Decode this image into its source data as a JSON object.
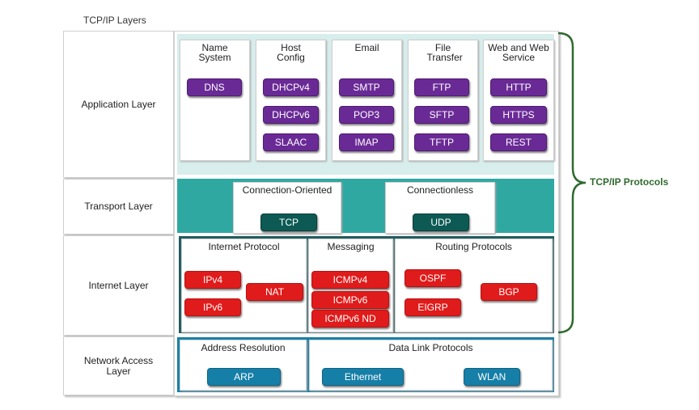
{
  "title": "TCP/IP Layers",
  "protocols_label": "TCP/IP Protocols",
  "colors": {
    "application": "#6a2a96",
    "transport": "#0d5a54",
    "transport_band": "#2fa8a2",
    "internet": "#e01b1b",
    "internet_band": "#1f5b5e",
    "network_access": "#167fa8",
    "brace": "#2f6a2f"
  },
  "layers": {
    "application": "Application Layer",
    "transport": "Transport Layer",
    "internet": "Internet Layer",
    "network_access": "Network Access Layer"
  },
  "application": {
    "name_system": {
      "title": "Name System",
      "items": [
        "DNS"
      ]
    },
    "host_config": {
      "title": "Host Config",
      "items": [
        "DHCPv4",
        "DHCPv6",
        "SLAAC"
      ]
    },
    "email": {
      "title": "Email",
      "items": [
        "SMTP",
        "POP3",
        "IMAP"
      ]
    },
    "file_transfer": {
      "title": "File Transfer",
      "items": [
        "FTP",
        "SFTP",
        "TFTP"
      ]
    },
    "web": {
      "title": "Web and Web Service",
      "items": [
        "HTTP",
        "HTTPS",
        "REST"
      ]
    }
  },
  "transport": {
    "connection_oriented": {
      "title": "Connection-Oriented",
      "item": "TCP"
    },
    "connectionless": {
      "title": "Connectionless",
      "item": "UDP"
    }
  },
  "internet": {
    "internet_protocol": {
      "title": "Internet Protocol",
      "items": [
        "IPv4",
        "IPv6",
        "NAT"
      ]
    },
    "messaging": {
      "title": "Messaging",
      "items": [
        "ICMPv4",
        "ICMPv6",
        "ICMPv6 ND"
      ]
    },
    "routing": {
      "title": "Routing Protocols",
      "items": [
        "OSPF",
        "EIGRP",
        "BGP"
      ]
    }
  },
  "network_access": {
    "address_resolution": {
      "title": "Address Resolution",
      "items": [
        "ARP"
      ]
    },
    "data_link": {
      "title": "Data Link Protocols",
      "items": [
        "Ethernet",
        "WLAN"
      ]
    }
  }
}
